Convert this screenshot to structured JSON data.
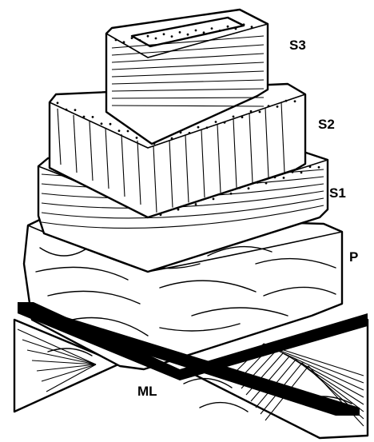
{
  "layers": [
    {
      "key": "s3",
      "label": "S3"
    },
    {
      "key": "s2",
      "label": "S2"
    },
    {
      "key": "s1",
      "label": "S1"
    },
    {
      "key": "p",
      "label": "P"
    },
    {
      "key": "ml",
      "label": "ML"
    }
  ],
  "colors": {
    "ink": "#000000",
    "paper": "#ffffff"
  }
}
